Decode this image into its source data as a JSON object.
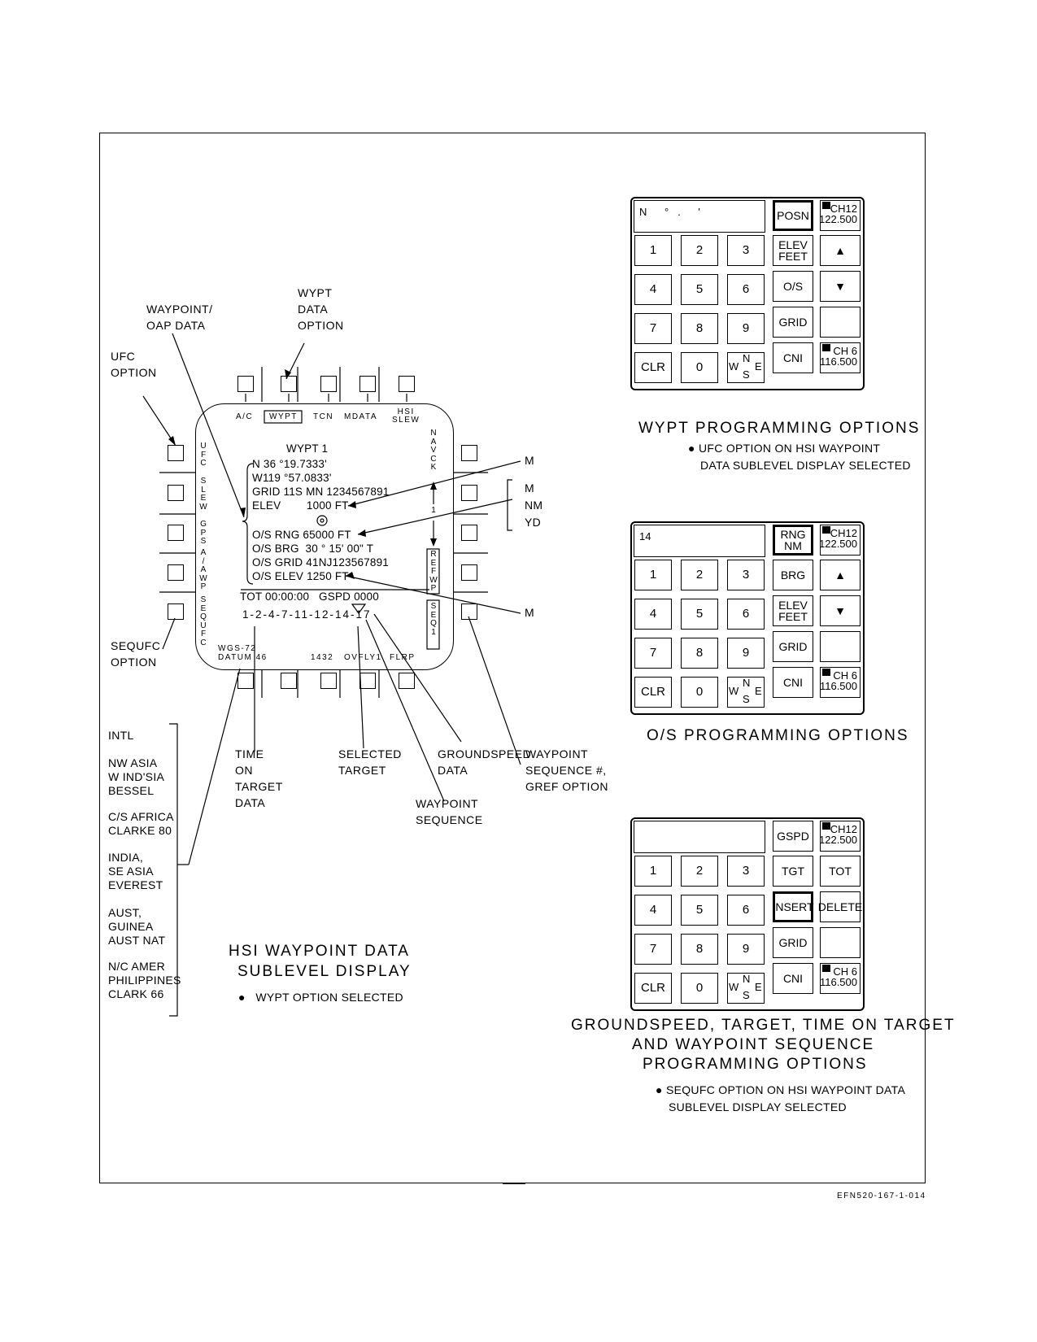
{
  "hsi": {
    "pushbuttons_top": [
      "A/C",
      "WYPT",
      "TCN",
      "MDATA",
      "HSI\nSLEW"
    ],
    "pushbuttons_bottom": [
      "WGS-72\nDATUM 46",
      "1432",
      "OVFLY1",
      "FLRP"
    ],
    "left_vertical": [
      "UFC",
      "SLEW",
      "GPS",
      "A/AWP",
      "SEQUFC"
    ],
    "right_vertical": [
      "NAVCK",
      "1",
      "REFWP",
      "SEQ1"
    ],
    "title": "WYPT 1",
    "lines": {
      "lat": "N 36 °19.7333'",
      "lon": "W119 °57.0833'",
      "grid": "GRID 11S MN 1234567891",
      "elev": "ELEV        1000 FT",
      "os_rng": "O/S RNG  65000 FT",
      "os_brg": "O/S BRG  30 ° 15' 00\" T",
      "os_grid": "O/S GRID 41NJ123567891",
      "os_elev": "O/S ELEV 1250 FT"
    },
    "tot_line": "TOT 00:00:00   GSPD 0000",
    "sequence": "1-2-4-7-11-12-14-17",
    "bracket_units": [
      "M",
      "NM",
      "YD"
    ],
    "marker_m1": "M",
    "marker_m2": "M"
  },
  "callouts": {
    "waypoint_oap": "WAYPOINT/\nOAP DATA",
    "wypt_data_option": "WYPT\nDATA\nOPTION",
    "ufc_option": "UFC\nOPTION",
    "sequfc_option": "SEQUFC\nOPTION",
    "tot_data": "TIME\nON\nTARGET\nDATA",
    "selected_target": "SELECTED\nTARGET",
    "groundspeed_data": "GROUNDSPEED\nDATA",
    "waypoint_sequence_gref": "WAYPOINT\nSEQUENCE #,\nGREF OPTION",
    "waypoint_sequence": "WAYPOINT\nSEQUENCE"
  },
  "datums": [
    "INTL",
    "NW ASIA\nW IND'SIA\nBESSEL",
    "C/S AFRICA\nCLARKE 80",
    "INDIA,\nSE ASIA\nEVEREST",
    "AUST,\nGUINEA\nAUST NAT",
    "N/C AMER\nPHILIPPINES\nCLARK 66"
  ],
  "hsi_caption": {
    "title_line1": "HSI WAYPOINT DATA",
    "title_line2": "SUBLEVEL DISPLAY",
    "bullet": "WYPT OPTION SELECTED"
  },
  "panel1": {
    "scratchpad": "N      °   .      '",
    "options": [
      "POSN",
      "ELEV\nFEET",
      "O/S",
      "GRID",
      "CNI"
    ],
    "selected": "POSN",
    "right": [
      "",
      "▲",
      "▼",
      ""
    ],
    "chan_top": [
      "CH12",
      "122.500"
    ],
    "chan_bot": [
      "CH 6",
      "116.500"
    ],
    "title": "WYPT PROGRAMMING OPTIONS",
    "bullet1": "UFC OPTION ON HSI WAYPOINT",
    "bullet2": "DATA SUBLEVEL DISPLAY SELECTED"
  },
  "panel2": {
    "scratchpad": "14",
    "options": [
      "RNG\nNM",
      "BRG",
      "ELEV\nFEET",
      "GRID",
      "CNI"
    ],
    "selected": "RNG\nNM",
    "right": [
      "",
      "▲",
      "▼",
      ""
    ],
    "chan_top": [
      "CH12",
      "122.500"
    ],
    "chan_bot": [
      "CH 6",
      "116.500"
    ],
    "title": "O/S PROGRAMMING OPTIONS"
  },
  "panel3": {
    "scratchpad": "",
    "options": [
      "GSPD",
      "TGT",
      "INSERT",
      "GRID",
      "CNI"
    ],
    "selected": "INSERT",
    "right": [
      "",
      "TOT",
      "DELETE",
      ""
    ],
    "chan_top": [
      "CH12",
      "122.500"
    ],
    "chan_bot": [
      "CH 6",
      "116.500"
    ],
    "title_line1": "GROUNDSPEED, TARGET, TIME ON TARGET",
    "title_line2": "AND WAYPOINT SEQUENCE",
    "title_line3": "PROGRAMMING OPTIONS",
    "bullet1": "SEQUFC OPTION ON HSI WAYPOINT DATA",
    "bullet2": "SUBLEVEL DISPLAY SELECTED"
  },
  "keypad": [
    "1",
    "2",
    "3",
    "4",
    "5",
    "6",
    "7",
    "8",
    "9",
    "CLR",
    "0"
  ],
  "wse": {
    "n": "N",
    "w": "W",
    "s": "S",
    "e": "E"
  },
  "figure_id": "EFN520-167-1-014"
}
